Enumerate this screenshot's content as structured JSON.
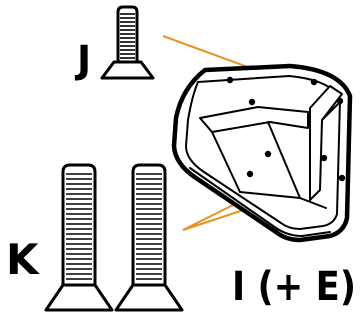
{
  "labels": {
    "j": "J",
    "k": "K",
    "i": "I (+ E)"
  },
  "colors": {
    "leader": "#E8931E",
    "ink": "#000000"
  },
  "parts": [
    {
      "id": "J",
      "kind": "flat-head-screw",
      "count": 1
    },
    {
      "id": "K",
      "kind": "flat-head-screw",
      "count": 2
    },
    {
      "id": "I",
      "kind": "bracket-plate-with-holes",
      "note": "+ E"
    }
  ]
}
